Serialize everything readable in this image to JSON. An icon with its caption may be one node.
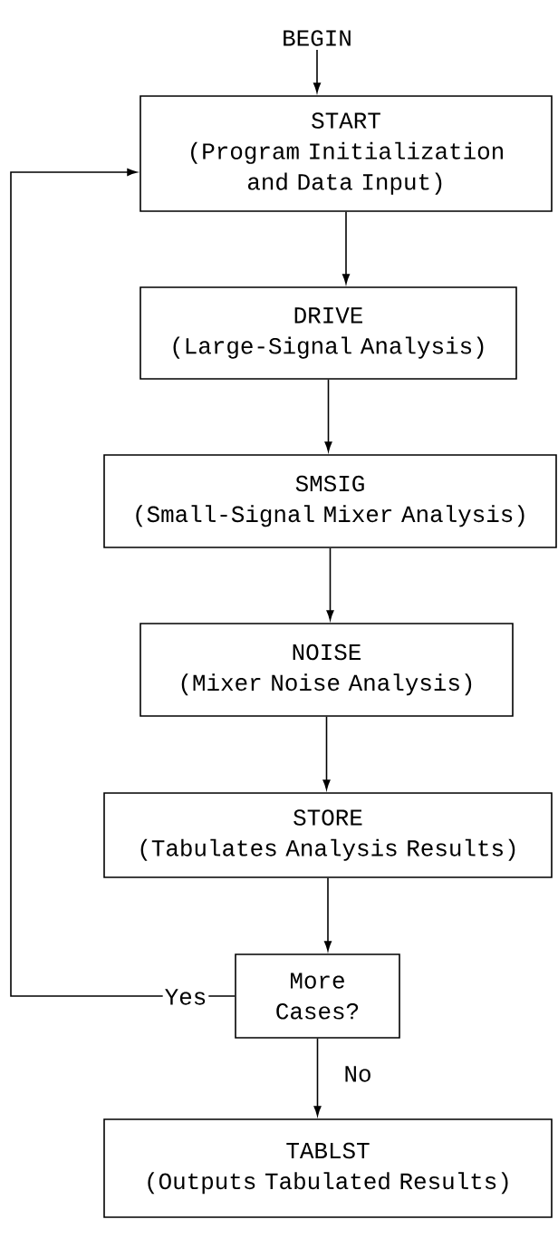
{
  "diagram": {
    "nodes": [
      {
        "text": [
          "BEGIN"
        ]
      },
      {
        "text": [
          "START",
          "(Program Initialization and Data Input)"
        ]
      },
      {
        "text": [
          "DRIVE",
          "(Large-Signal Analysis)"
        ]
      },
      {
        "text": [
          "SMSIG",
          "(Small-Signal Mixer Analysis)"
        ]
      },
      {
        "text": [
          "NOISE",
          "(Mixer Noise Analysis)"
        ]
      },
      {
        "text": [
          "STORE",
          "(Tabulates Analysis Results)"
        ]
      },
      {
        "text": [
          "More Cases?"
        ]
      },
      {
        "text": [
          "TABLST",
          "(Outputs Tabulated Results)"
        ]
      }
    ],
    "edges": [
      {
        "from": 0,
        "to": 1,
        "arrow": "to"
      },
      {
        "from": 1,
        "to": 2,
        "arrow": "to"
      },
      {
        "from": 2,
        "to": 3,
        "arrow": "to"
      },
      {
        "from": 3,
        "to": 4,
        "arrow": "to"
      },
      {
        "from": 4,
        "to": 5,
        "arrow": "to"
      },
      {
        "from": 5,
        "to": 6,
        "arrow": "to"
      },
      {
        "from": 6,
        "to": 1,
        "arrow": "to",
        "label": "Yes"
      },
      {
        "from": 6,
        "to": 7,
        "arrow": "to",
        "label": "No"
      }
    ]
  }
}
